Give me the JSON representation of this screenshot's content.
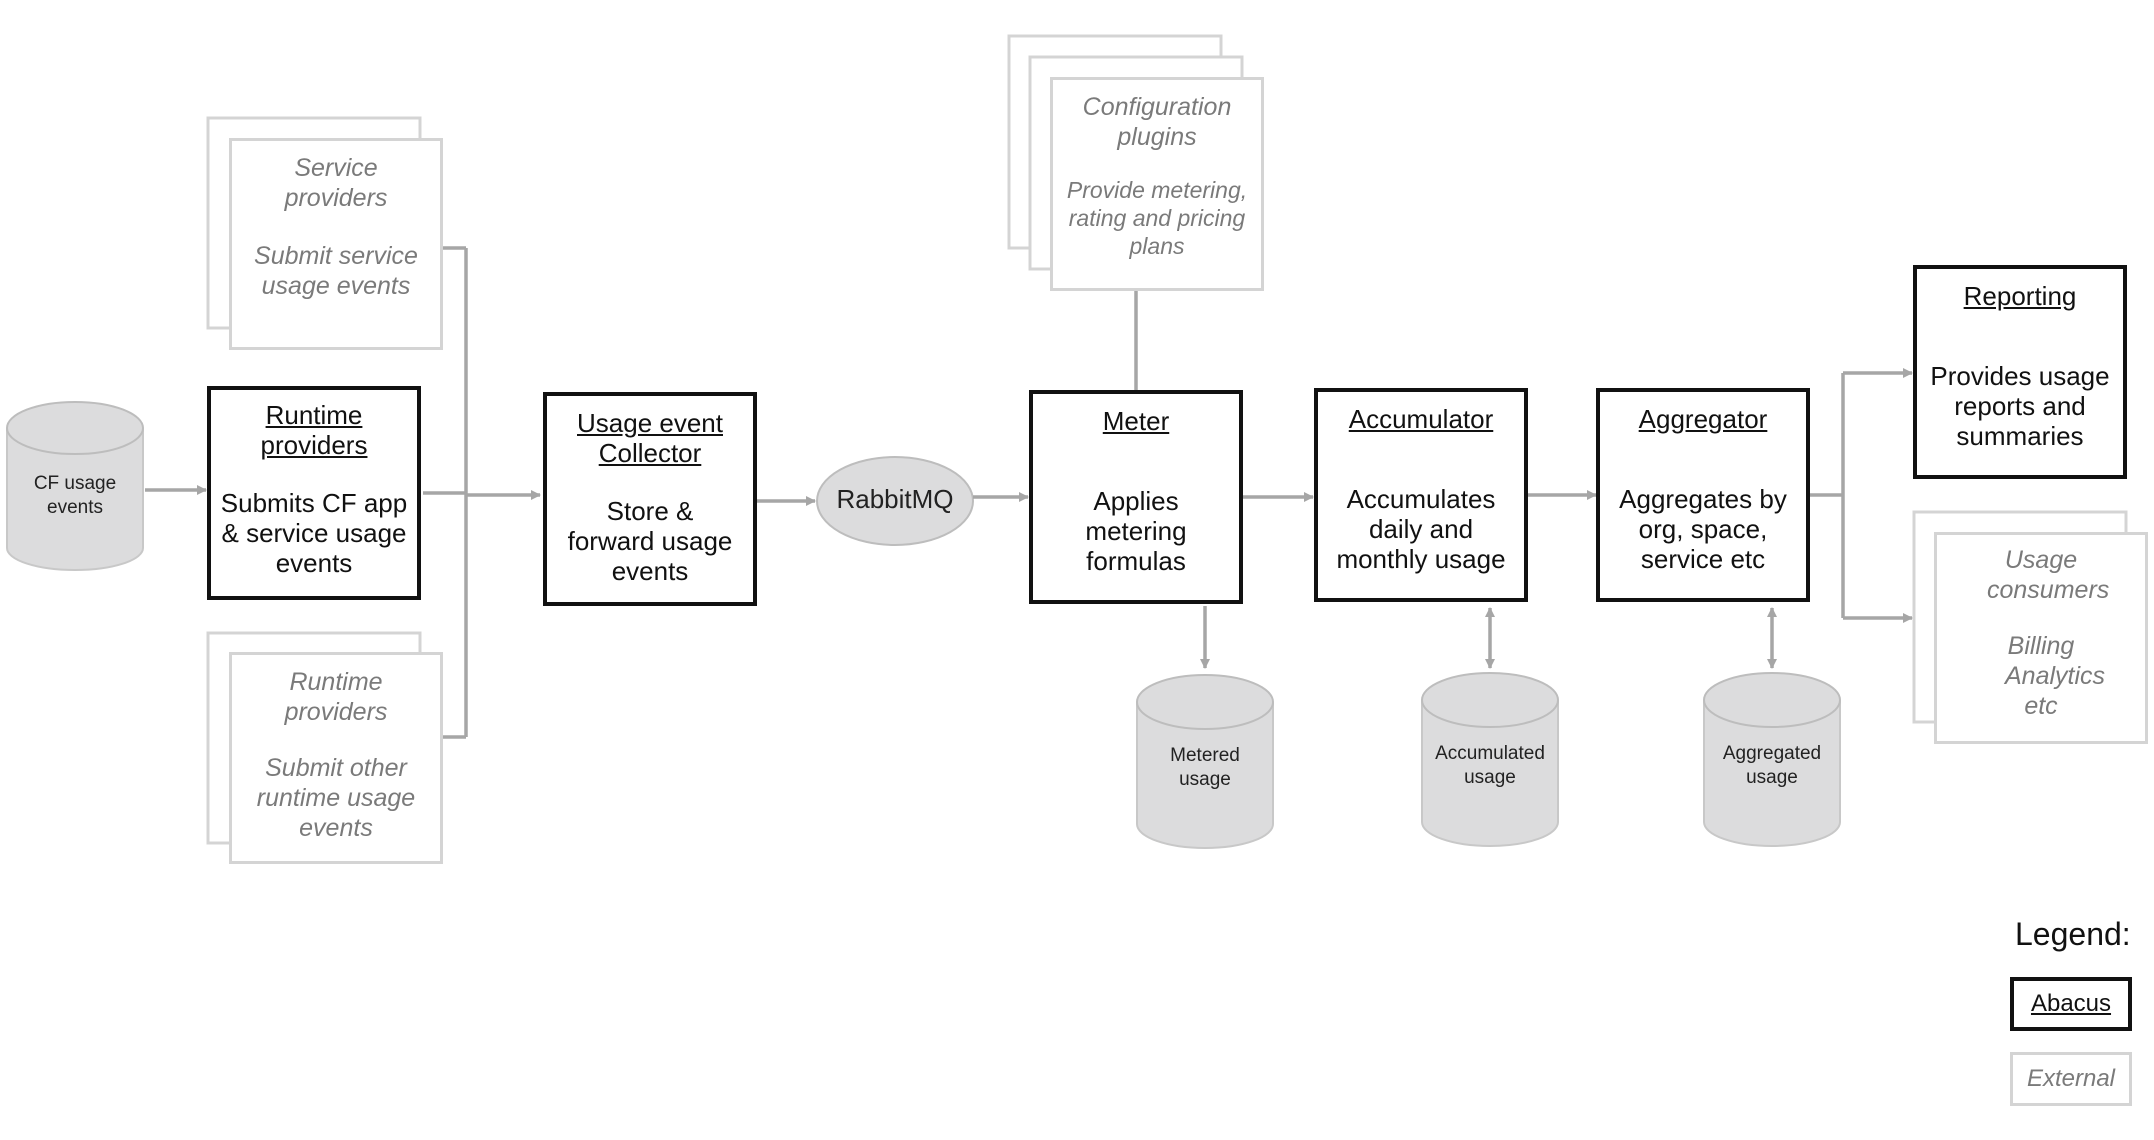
{
  "external_sources": {
    "service_providers": {
      "title": "Service providers",
      "desc": "Submit service usage events"
    },
    "runtime_providers_other": {
      "title": "Runtime providers",
      "desc": "Submit other runtime usage events"
    },
    "config_plugins": {
      "title": "Configuration plugins",
      "desc": "Provide metering, rating and pricing plans"
    },
    "usage_consumers": {
      "title": "Usage consumers",
      "desc": "Billing Analytics etc"
    }
  },
  "cf_usage_events": "CF usage events",
  "runtime_providers": {
    "title": "Runtime providers",
    "desc": "Submits CF app & service usage events"
  },
  "collector": {
    "title": "Usage event Collector",
    "desc": "Store & forward usage events"
  },
  "rabbitmq": "RabbitMQ",
  "meter": {
    "title": "Meter",
    "desc": "Applies metering formulas"
  },
  "accumulator": {
    "title": "Accumulator",
    "desc": "Accumulates daily and monthly usage"
  },
  "aggregator": {
    "title": "Aggregator",
    "desc": "Aggregates by org, space, service etc"
  },
  "reporting": {
    "title": "Reporting",
    "desc": "Provides usage reports and summaries"
  },
  "stores": {
    "metered": "Metered usage",
    "accumulated": "Accumulated usage",
    "aggregated": "Aggregated usage"
  },
  "legend": {
    "title": "Legend:",
    "abacus": "Abacus",
    "external": "External"
  },
  "colors": {
    "abacus_border": "#111111",
    "external_border": "#d4d4d4",
    "arrow": "#a6a6a6",
    "cylinder_fill": "#dcdcdd"
  }
}
